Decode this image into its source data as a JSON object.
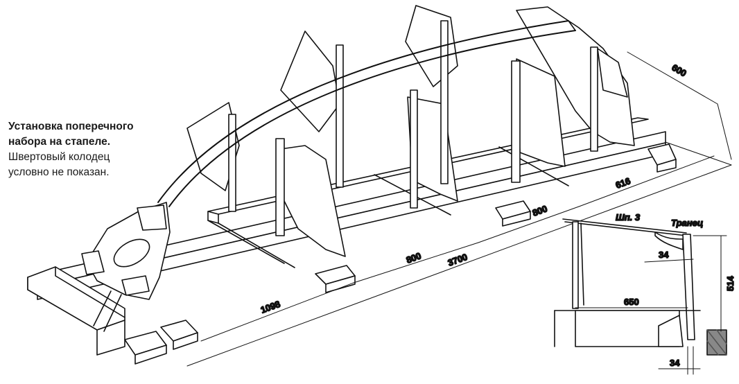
{
  "caption": {
    "title_line1": "Установка поперечного",
    "title_line2": "набора на стапеле.",
    "note_line1": "Швертовый колодец",
    "note_line2": "условно не показан."
  },
  "dimensions": {
    "d1098": "1098",
    "d800a": "800",
    "d3700": "3700",
    "d800b": "800",
    "d616": "616",
    "d600": "600"
  },
  "detail": {
    "frame_label": "Шп. 3",
    "transom_label": "Транец",
    "d34_top": "34",
    "d650": "650",
    "d514": "514",
    "d34_bottom": "34"
  }
}
